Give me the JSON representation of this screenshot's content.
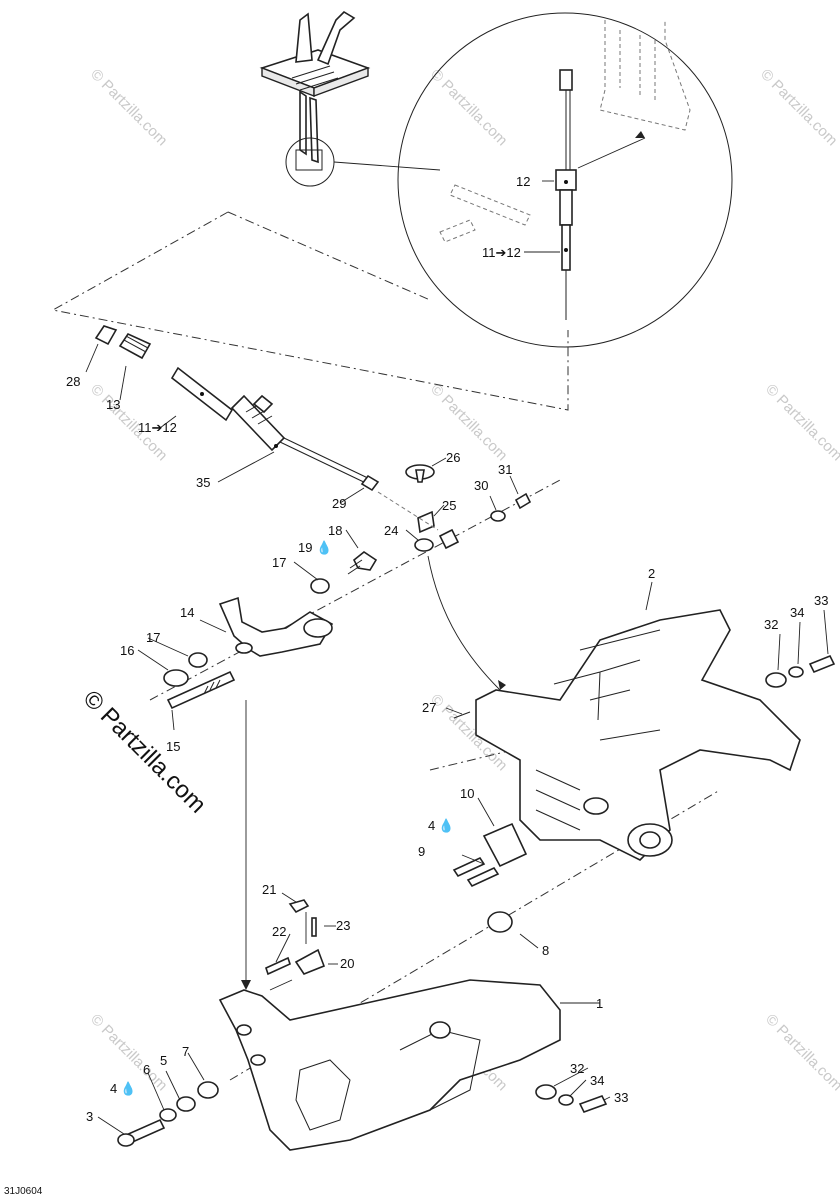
{
  "diagram": {
    "drawing_code": "31J0604",
    "watermark_text": "© Partzilla.com",
    "callouts": {
      "c1": "1",
      "c2": "2",
      "c3": "3",
      "c4a": "4",
      "c4b": "4",
      "c5": "5",
      "c6": "6",
      "c7": "7",
      "c8": "8",
      "c9": "9",
      "c10": "10",
      "c11a": "11➔12",
      "c11b": "11➔12",
      "c12": "12",
      "c13": "13",
      "c14": "14",
      "c15": "15",
      "c16": "16",
      "c17a": "17",
      "c17b": "17",
      "c18": "18",
      "c19": "19",
      "c20": "20",
      "c21": "21",
      "c22": "22",
      "c23": "23",
      "c24": "24",
      "c25": "25",
      "c26": "26",
      "c27": "27",
      "c28": "28",
      "c29": "29",
      "c30": "30",
      "c31": "31",
      "c32a": "32",
      "c32b": "32",
      "c33a": "33",
      "c33b": "33",
      "c34a": "34",
      "c34b": "34",
      "c35": "35"
    },
    "colors": {
      "line": "#222222",
      "watermark": "#c9c9c9",
      "background": "#ffffff"
    }
  }
}
